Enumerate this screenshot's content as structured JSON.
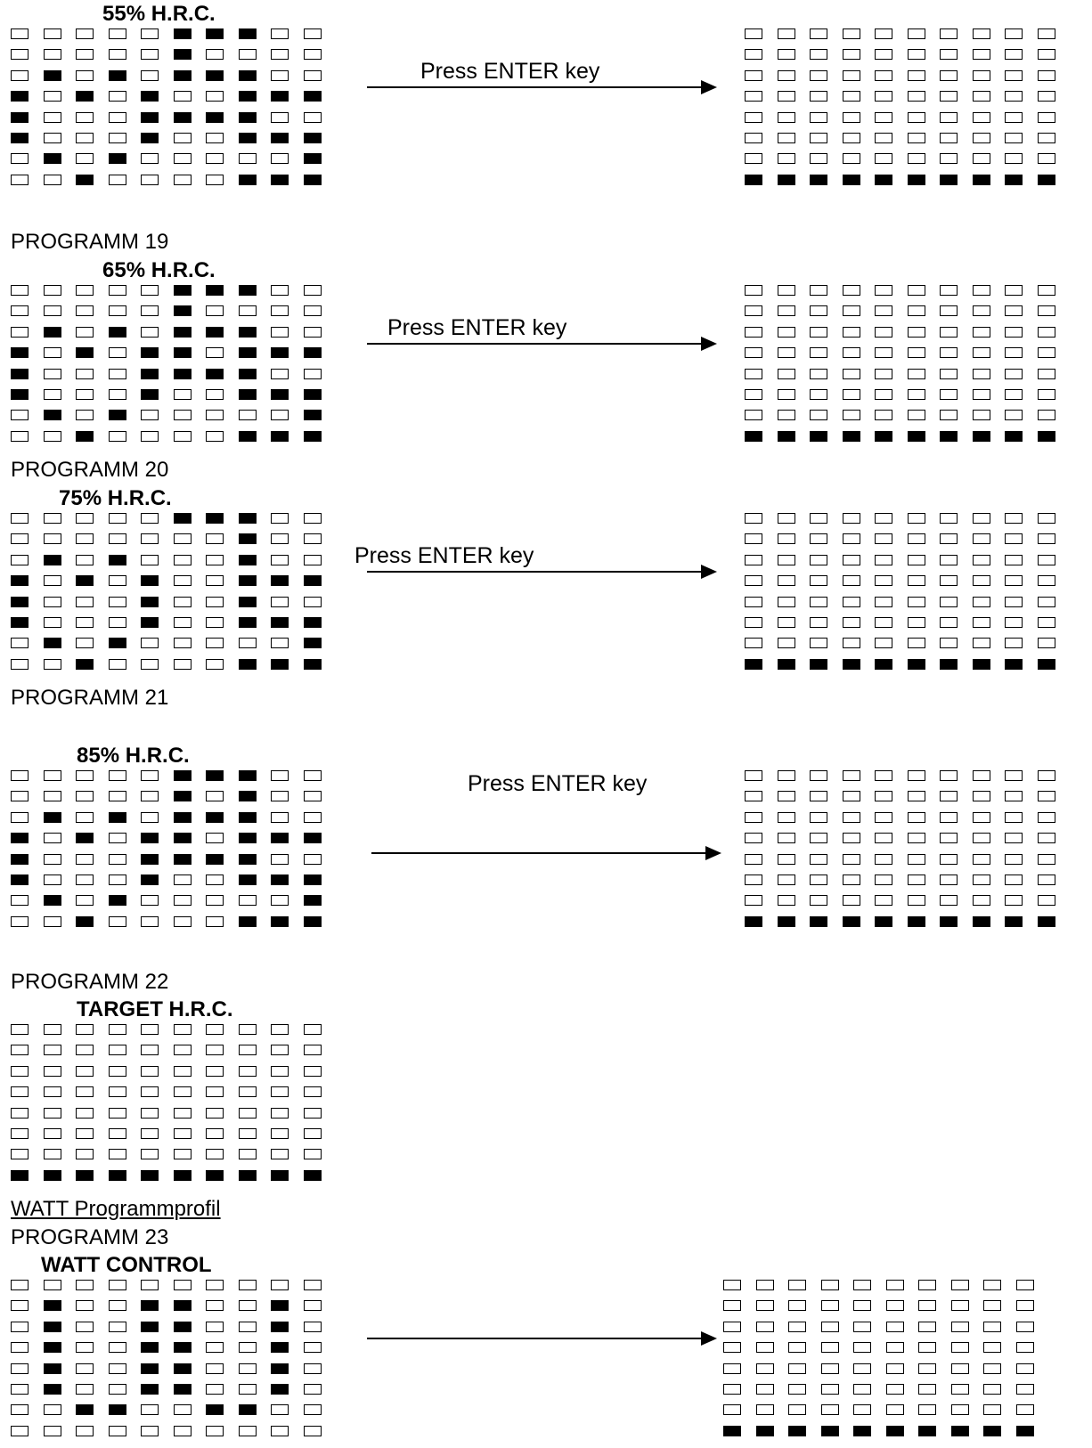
{
  "doc": {
    "blocks": [
      {
        "label": "",
        "title": "55% H.R.C.",
        "left_pattern": [
          [
            0,
            0,
            0,
            0,
            0,
            1,
            1,
            1,
            0,
            0
          ],
          [
            0,
            0,
            0,
            0,
            0,
            1,
            0,
            0,
            0,
            0
          ],
          [
            0,
            1,
            0,
            1,
            0,
            1,
            1,
            1,
            0,
            0
          ],
          [
            1,
            0,
            1,
            0,
            1,
            0,
            0,
            1,
            1,
            1
          ],
          [
            1,
            0,
            0,
            0,
            1,
            1,
            1,
            1,
            0,
            0
          ],
          [
            1,
            0,
            0,
            0,
            1,
            0,
            0,
            1,
            1,
            1
          ],
          [
            0,
            1,
            0,
            1,
            0,
            0,
            0,
            0,
            0,
            1
          ],
          [
            0,
            0,
            1,
            0,
            0,
            0,
            0,
            1,
            1,
            1
          ]
        ],
        "arrow_label": "Press ENTER key",
        "right_pattern": "bottom-row"
      },
      {
        "label": "PROGRAMM 19",
        "title": "65% H.R.C.",
        "left_pattern": [
          [
            0,
            0,
            0,
            0,
            0,
            1,
            1,
            1,
            0,
            0
          ],
          [
            0,
            0,
            0,
            0,
            0,
            1,
            0,
            0,
            0,
            0
          ],
          [
            0,
            1,
            0,
            1,
            0,
            1,
            1,
            1,
            0,
            0
          ],
          [
            1,
            0,
            1,
            0,
            1,
            1,
            0,
            1,
            1,
            1
          ],
          [
            1,
            0,
            0,
            0,
            1,
            1,
            1,
            1,
            0,
            0
          ],
          [
            1,
            0,
            0,
            0,
            1,
            0,
            0,
            1,
            1,
            1
          ],
          [
            0,
            1,
            0,
            1,
            0,
            0,
            0,
            0,
            0,
            1
          ],
          [
            0,
            0,
            1,
            0,
            0,
            0,
            0,
            1,
            1,
            1
          ]
        ],
        "arrow_label": "Press ENTER key",
        "right_pattern": "bottom-row"
      },
      {
        "label": "PROGRAMM 20",
        "title": "75% H.R.C.",
        "left_pattern": [
          [
            0,
            0,
            0,
            0,
            0,
            1,
            1,
            1,
            0,
            0
          ],
          [
            0,
            0,
            0,
            0,
            0,
            0,
            0,
            1,
            0,
            0
          ],
          [
            0,
            1,
            0,
            1,
            0,
            0,
            0,
            1,
            0,
            0
          ],
          [
            1,
            0,
            1,
            0,
            1,
            0,
            0,
            1,
            1,
            1
          ],
          [
            1,
            0,
            0,
            0,
            1,
            0,
            0,
            1,
            0,
            0
          ],
          [
            1,
            0,
            0,
            0,
            1,
            0,
            0,
            1,
            1,
            1
          ],
          [
            0,
            1,
            0,
            1,
            0,
            0,
            0,
            0,
            0,
            1
          ],
          [
            0,
            0,
            1,
            0,
            0,
            0,
            0,
            1,
            1,
            1
          ]
        ],
        "arrow_label": "Press ENTER key",
        "right_pattern": "bottom-row"
      },
      {
        "label": "PROGRAMM 21",
        "title": "85% H.R.C.",
        "left_pattern": [
          [
            0,
            0,
            0,
            0,
            0,
            1,
            1,
            1,
            0,
            0
          ],
          [
            0,
            0,
            0,
            0,
            0,
            1,
            0,
            1,
            0,
            0
          ],
          [
            0,
            1,
            0,
            1,
            0,
            1,
            1,
            1,
            0,
            0
          ],
          [
            1,
            0,
            1,
            0,
            1,
            1,
            0,
            1,
            1,
            1
          ],
          [
            1,
            0,
            0,
            0,
            1,
            1,
            1,
            1,
            0,
            0
          ],
          [
            1,
            0,
            0,
            0,
            1,
            0,
            0,
            1,
            1,
            1
          ],
          [
            0,
            1,
            0,
            1,
            0,
            0,
            0,
            0,
            0,
            1
          ],
          [
            0,
            0,
            1,
            0,
            0,
            0,
            0,
            1,
            1,
            1
          ]
        ],
        "arrow_label": "Press ENTER key",
        "right_pattern": "bottom-row"
      },
      {
        "label": "PROGRAMM 22",
        "title": "TARGET H.R.C.",
        "left_pattern": "bottom-row",
        "arrow_label": "",
        "right_pattern": ""
      },
      {
        "section": "WATT Programmprofil",
        "label": "PROGRAMM 23",
        "title": "WATT CONTROL",
        "left_pattern": [
          [
            0,
            0,
            0,
            0,
            0,
            0,
            0,
            0,
            0,
            0
          ],
          [
            0,
            1,
            0,
            0,
            1,
            1,
            0,
            0,
            1,
            0
          ],
          [
            0,
            1,
            0,
            0,
            1,
            1,
            0,
            0,
            1,
            0
          ],
          [
            0,
            1,
            0,
            0,
            1,
            1,
            0,
            0,
            1,
            0
          ],
          [
            0,
            1,
            0,
            0,
            1,
            1,
            0,
            0,
            1,
            0
          ],
          [
            0,
            1,
            0,
            0,
            1,
            1,
            0,
            0,
            1,
            0
          ],
          [
            0,
            0,
            1,
            1,
            0,
            0,
            1,
            1,
            0,
            0
          ],
          [
            0,
            0,
            0,
            0,
            0,
            0,
            0,
            0,
            0,
            0
          ]
        ],
        "arrow_label": "",
        "right_pattern": "bottom-row"
      }
    ]
  }
}
